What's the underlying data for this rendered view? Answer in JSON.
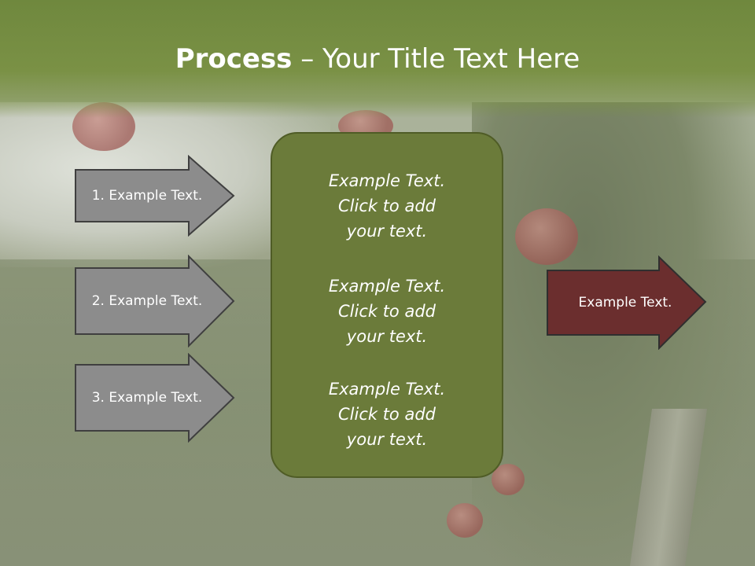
{
  "title": {
    "bold": "Process",
    "rest": " – Your Title Text Here"
  },
  "left_arrows": [
    {
      "label": "1. Example Text."
    },
    {
      "label": "2. Example Text."
    },
    {
      "label": "3. Example Text."
    }
  ],
  "center_box": {
    "paragraphs": [
      {
        "line1": "Example Text.",
        "line2": "Click  to add",
        "line3": "your text."
      },
      {
        "line1": "Example Text.",
        "line2": "Click  to add",
        "line3": "your text."
      },
      {
        "line1": "Example Text.",
        "line2": "Click  to add",
        "line3": "your text."
      }
    ]
  },
  "right_arrow": {
    "label": "Example Text."
  },
  "colors": {
    "header_green": "#7a9145",
    "box_green": "#6b7b3a",
    "arrow_gray": "#8c8c8c",
    "arrow_maroon": "#6b2e2e"
  }
}
